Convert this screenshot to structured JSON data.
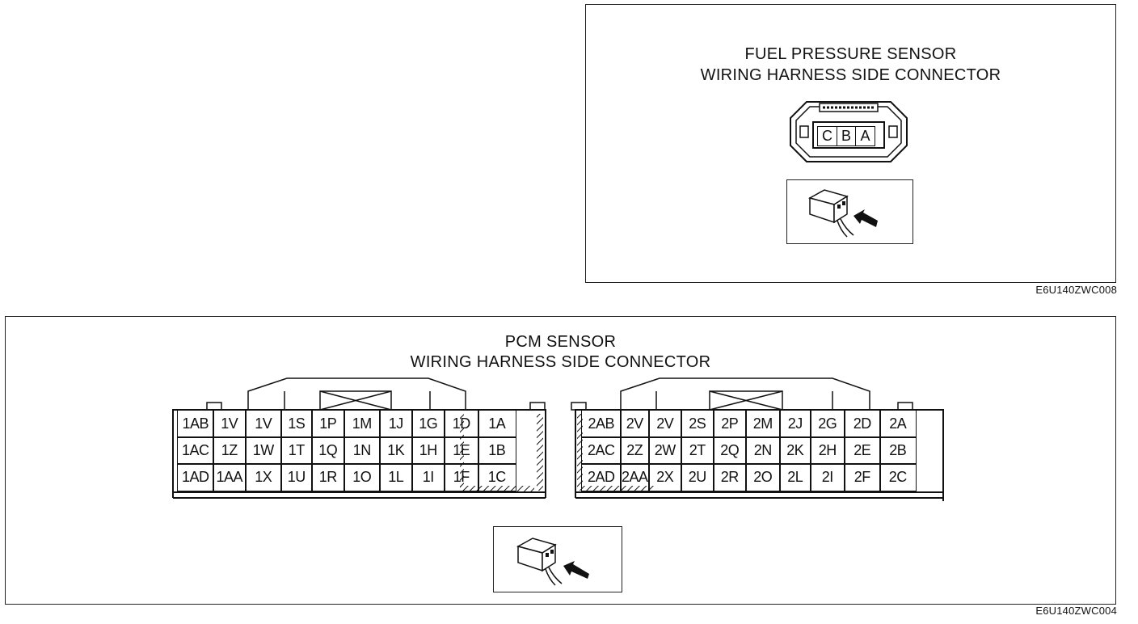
{
  "fuel_panel": {
    "title_line1": "FUEL PRESSURE SENSOR",
    "title_line2": "WIRING HARNESS SIDE CONNECTOR",
    "pins": [
      "C",
      "B",
      "A"
    ],
    "figure_code": "E6U140ZWC008"
  },
  "pcm_panel": {
    "title_line1": "PCM SENSOR",
    "title_line2": "WIRING HARNESS SIDE CONNECTOR",
    "connector1_rows": [
      [
        "1AB",
        "1V",
        "1V",
        "1S",
        "1P",
        "1M",
        "1J",
        "1G",
        "1D",
        "1A"
      ],
      [
        "1AC",
        "1Z",
        "1W",
        "1T",
        "1Q",
        "1N",
        "1K",
        "1H",
        "1E",
        "1B"
      ],
      [
        "1AD",
        "1AA",
        "1X",
        "1U",
        "1R",
        "1O",
        "1L",
        "1I",
        "1F",
        "1C"
      ]
    ],
    "connector2_rows": [
      [
        "2AB",
        "2V",
        "2V",
        "2S",
        "2P",
        "2M",
        "2J",
        "2G",
        "2D",
        "2A"
      ],
      [
        "2AC",
        "2Z",
        "2W",
        "2T",
        "2Q",
        "2N",
        "2K",
        "2H",
        "2E",
        "2B"
      ],
      [
        "2AD",
        "2AA",
        "2X",
        "2U",
        "2R",
        "2O",
        "2L",
        "2I",
        "2F",
        "2C"
      ]
    ],
    "figure_code": "E6U140ZWC004"
  }
}
